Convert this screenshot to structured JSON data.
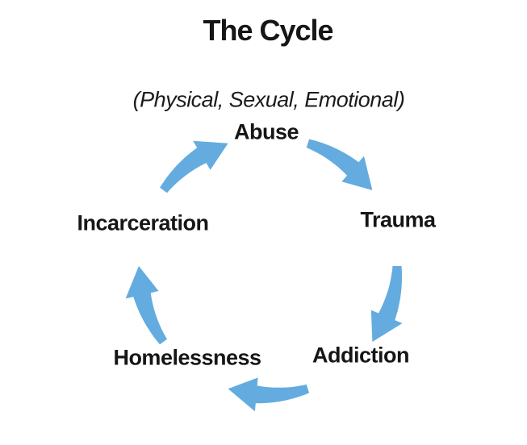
{
  "title": "The Cycle",
  "subtitle": "(Physical, Sexual, Emotional)",
  "nodes": [
    {
      "id": "abuse",
      "label": "Abuse"
    },
    {
      "id": "trauma",
      "label": "Trauma"
    },
    {
      "id": "addiction",
      "label": "Addiction"
    },
    {
      "id": "homelessness",
      "label": "Homelessness"
    },
    {
      "id": "incarceration",
      "label": "Incarceration"
    }
  ],
  "arrows": [
    {
      "from": "Abuse",
      "to": "Trauma"
    },
    {
      "from": "Trauma",
      "to": "Addiction"
    },
    {
      "from": "Addiction",
      "to": "Homelessness"
    },
    {
      "from": "Homelessness",
      "to": "Incarceration"
    },
    {
      "from": "Incarceration",
      "to": "Abuse"
    }
  ],
  "colors": {
    "arrow": "#64ACDF",
    "text": "#161616",
    "background": "#FFFFFF"
  }
}
